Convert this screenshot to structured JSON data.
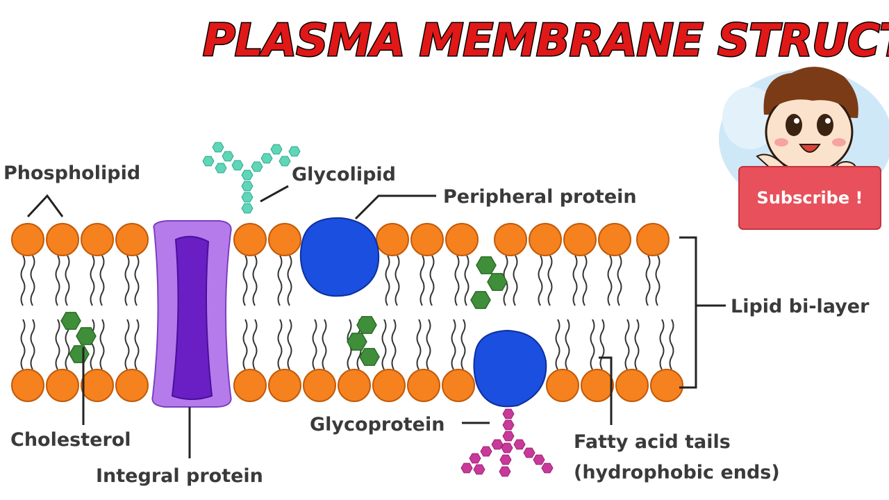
{
  "title": "PLASMA MEMBRANE STRUCTURE",
  "labels": {
    "phospholipid": "Phospholipid",
    "glycolipid": "Glycolipid",
    "peripheral_protein": "Peripheral protein",
    "lipid_bilayer": "Lipid bi-layer",
    "cholesterol": "Cholesterol",
    "integral_protein": "Integral protein",
    "glycoprotein": "Glycoprotein",
    "fatty_acid_tails": "Fatty acid tails",
    "hydrophobic_ends": "(hydrophobic ends)"
  },
  "subscribe": {
    "label": "Subscribe !"
  },
  "colors": {
    "title": "#e01818",
    "phospholipid_head": "#f5821f",
    "integral_protein_outer": "#b57bea",
    "integral_protein_inner": "#6a1fc4",
    "peripheral_protein": "#1a4fe0",
    "glycolipid_chain": "#5fd6b8",
    "glycoprotein_chain": "#c9399a",
    "cholesterol": "#3f8f3a",
    "subscribe_button": "#e8505b"
  }
}
